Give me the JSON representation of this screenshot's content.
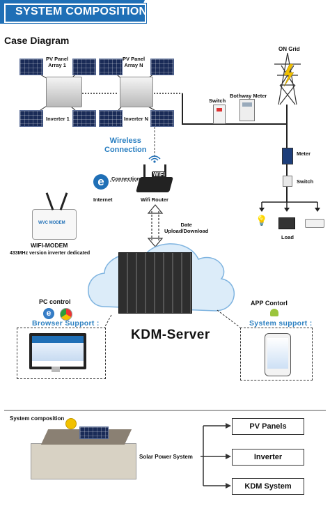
{
  "header": {
    "title": "SYSTEM COMPOSITION"
  },
  "case_diagram": {
    "title": "Case Diagram",
    "pv_array_1": "PV Panel\nArray 1",
    "pv_array_n": "PV Panel\nArray N",
    "inverter_1": "Inverter 1",
    "inverter_n": "Inverter N",
    "on_grid": "ON Grid",
    "switch_top": "Switch",
    "bothway_meter": "Bothway Meter",
    "meter": "Meter",
    "switch_bottom": "Switch",
    "load": "Load",
    "wireless": "Wireless\nConnection",
    "connection": "Connection",
    "internet": "Internet",
    "wifi_router": "Wifi Router",
    "data_transfer": "Date\nUpload/Download",
    "wifi_modem": "WIFI-MODEM",
    "wifi_modem_note": "433MHz version inverter dedicated",
    "pc_control": "PC control",
    "browser_support": "Browser Support :",
    "app_control": "APP Contorl",
    "system_support": "System support :",
    "server": "KDM-Server",
    "modem_brand": "WVC MODEM",
    "wifi_badge": "WiFi"
  },
  "system_composition": {
    "title": "System composition",
    "root": "Solar Power System",
    "items": [
      "PV Panels",
      "Inverter",
      "KDM System"
    ]
  },
  "colors": {
    "accent": "#1f6fb6",
    "link_blue": "#2a7fc1"
  }
}
